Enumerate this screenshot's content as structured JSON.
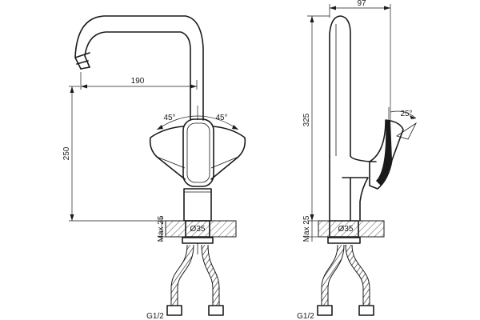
{
  "front_view": {
    "dim_reach": "190",
    "dim_height": "250",
    "dim_angle_left": "45°",
    "dim_angle_right": "45°",
    "dim_max": "Max 25",
    "dim_diameter": "Ø35",
    "dim_thread": "G1/2"
  },
  "side_view": {
    "dim_depth": "97",
    "dim_total_height": "325",
    "dim_lever_angle": "25°",
    "dim_max": "Max 25",
    "dim_diameter": "Ø35",
    "dim_thread": "G1/2"
  }
}
